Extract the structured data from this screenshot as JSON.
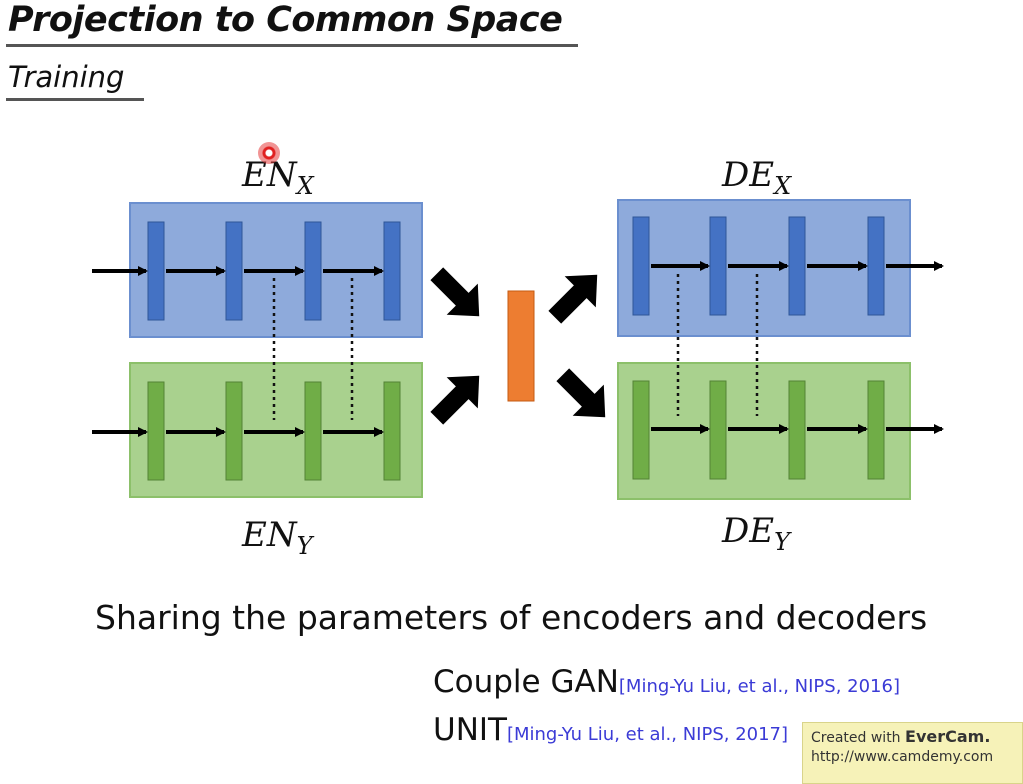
{
  "slide": {
    "title": "Projection to Common Space",
    "subtitle": "Training"
  },
  "diagram": {
    "labels": {
      "en_x_main": "EN",
      "en_x_sub": "X",
      "en_y_main": "EN",
      "en_y_sub": "Y",
      "de_x_main": "DE",
      "de_x_sub": "X",
      "de_y_main": "DE",
      "de_y_sub": "Y"
    },
    "colors": {
      "blue_box": "#8eaadb",
      "blue_box_border": "#6b8fcf",
      "blue_layer": "#4472c4",
      "green_box": "#a9d18e",
      "green_box_border": "#8cc06a",
      "green_layer": "#70ad47",
      "latent": "#ed7d31",
      "arrow": "#000000"
    }
  },
  "caption": "Sharing the parameters of encoders and decoders",
  "references": [
    {
      "name": "Couple GAN",
      "cite": "[Ming-Yu Liu, et al., NIPS, 2016]"
    },
    {
      "name": "UNIT",
      "cite": "[Ming-Yu Liu, et al., NIPS, 2017]"
    }
  ],
  "watermark": {
    "line1_prefix": "Created with",
    "line1_brand": "EverCam.",
    "line2": "http://www.camdemy.com"
  }
}
